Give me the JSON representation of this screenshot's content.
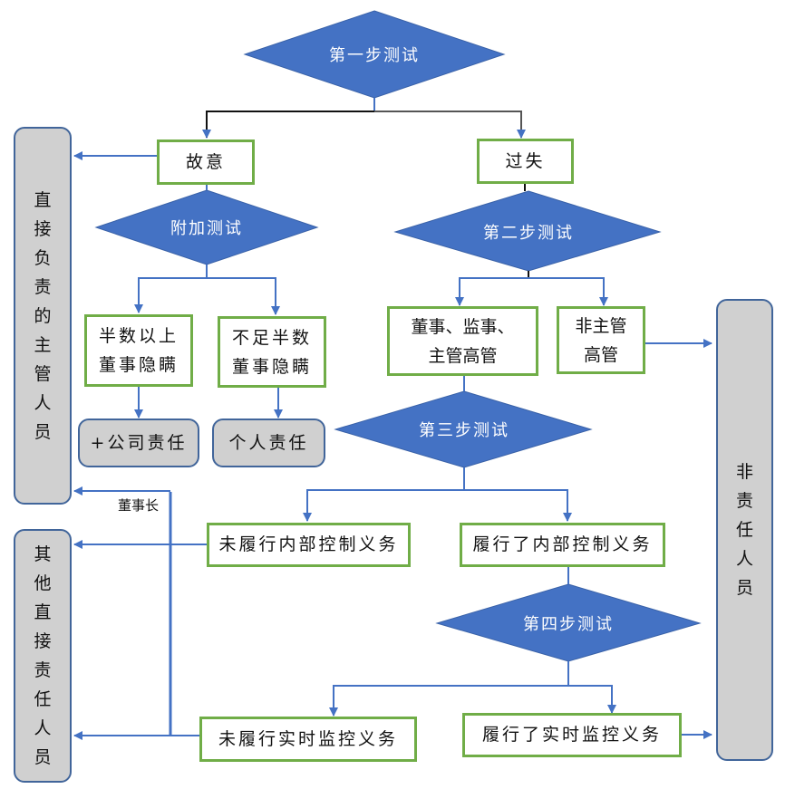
{
  "title": "责任人员认定测试流程图",
  "colors": {
    "diamond_fill": "#4472c4",
    "box_border": "#70ad47",
    "terminal_fill": "#d0d0d0",
    "terminal_border": "#41659a",
    "arrow": "#4472c4"
  },
  "decisions": {
    "step1": "第一步测试",
    "additional": "附加测试",
    "step2": "第二步测试",
    "step3": "第三步测试",
    "step4": "第四步测试"
  },
  "boxes": {
    "intent": "故意",
    "negligence": "过失",
    "majority_concealment": [
      "半数以上",
      "董事隐瞒"
    ],
    "minority_concealment": [
      "不足半数",
      "董事隐瞒"
    ],
    "directors_supervisors": [
      "董事、监事、",
      "主管高管"
    ],
    "non_managing_exec": [
      "非主管",
      "高管"
    ],
    "no_internal_control": "未履行内部控制义务",
    "did_internal_control": "履行了内部控制义务",
    "no_realtime_monitor": "未履行实时监控义务",
    "did_realtime_monitor": "履行了实时监控义务"
  },
  "terminals": {
    "company_liability": "+公司责任",
    "personal_liability": "个人责任",
    "direct_supervisors": [
      "直",
      "接",
      "负",
      "责",
      "的",
      "主",
      "管",
      "人",
      "员"
    ],
    "other_direct": [
      "其",
      "他",
      "直",
      "接",
      "责",
      "任",
      "人",
      "员"
    ],
    "non_responsible": [
      "非",
      "责",
      "任",
      "人",
      "员"
    ]
  },
  "edge_labels": {
    "chairman": "董事长"
  }
}
